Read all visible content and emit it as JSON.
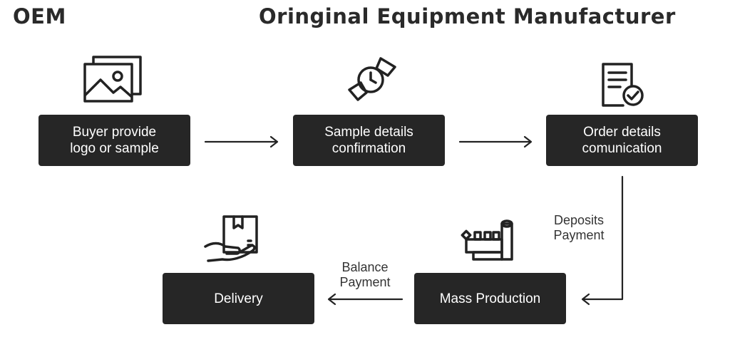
{
  "header": {
    "short_title": "OEM",
    "full_title": "Oringinal Equipment Manufacturer"
  },
  "steps": {
    "buyer": "Buyer provide\nlogo or sample",
    "sample": "Sample details\nconfirmation",
    "order": "Order details\ncomunication",
    "mass": "Mass Production",
    "delivery": "Delivery"
  },
  "labels": {
    "deposits": "Deposits\nPayment",
    "balance": "Balance\nPayment"
  },
  "icons": {
    "buyer": "image-icon",
    "sample": "watch-icon",
    "order": "document-check-icon",
    "mass": "factory-machine-icon",
    "delivery": "package-hand-icon"
  },
  "colors": {
    "box": "#262626",
    "box_text": "#ffffff",
    "line": "#222222"
  }
}
